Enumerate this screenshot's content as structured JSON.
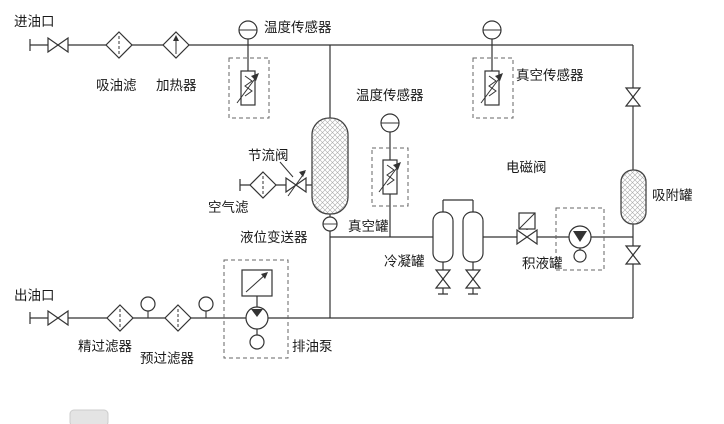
{
  "diagram": {
    "labels": {
      "inlet": "进油口",
      "suction_filter": "吸油滤",
      "heater": "加热器",
      "temp_sensor_top": "温度传感器",
      "vacuum_sensor": "真空传感器",
      "throttle_valve": "节流阀",
      "air_filter": "空气滤",
      "temp_sensor_mid": "温度传感器",
      "vacuum_tank": "真空罐",
      "level_transmitter": "液位变送器",
      "condenser_tank": "冷凝罐",
      "solenoid_valve": "电磁阀",
      "accumulator_tank": "积液罐",
      "adsorption_tank": "吸附罐",
      "outlet": "出油口",
      "fine_filter": "精过滤器",
      "pre_filter": "预过滤器",
      "drain_pump": "排油泵"
    },
    "colors": {
      "line": "#333333",
      "background": "#ffffff",
      "hatch": "#aaaaaa"
    }
  }
}
